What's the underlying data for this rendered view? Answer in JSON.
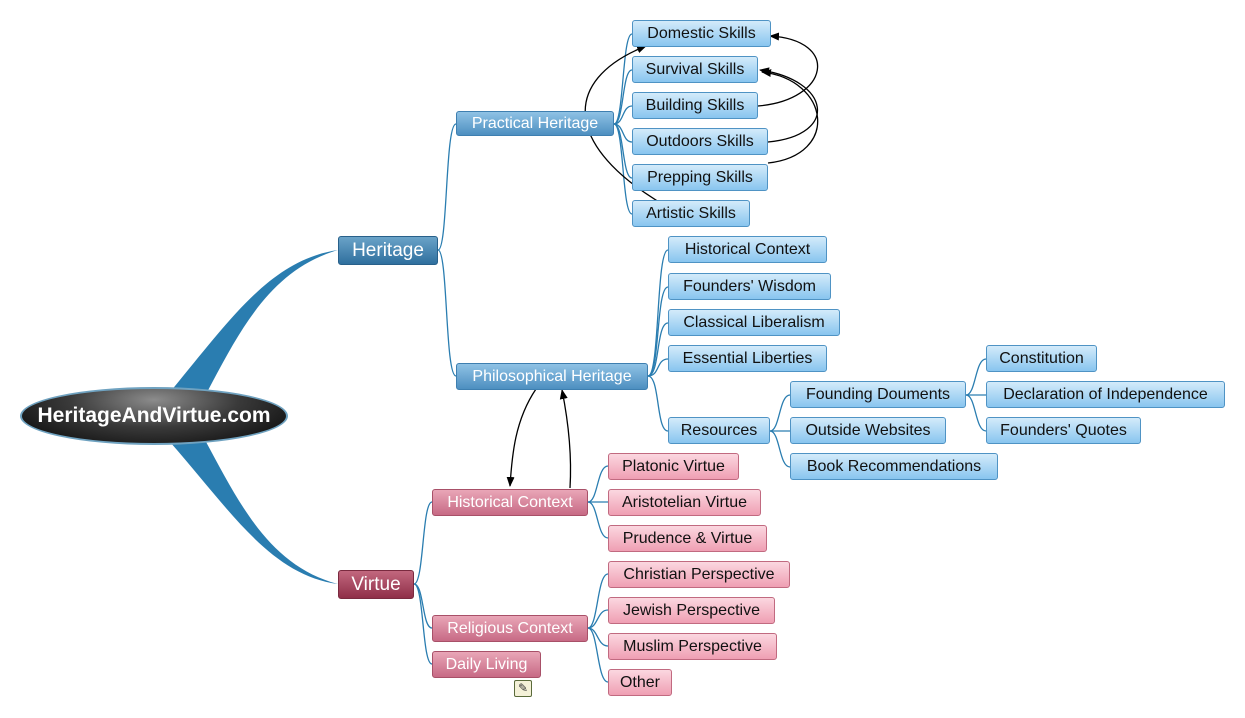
{
  "root": "HeritageAndVirtue.com",
  "heritage": {
    "label": "Heritage",
    "practical": {
      "label": "Practical Heritage",
      "items": [
        "Domestic Skills",
        "Survival Skills",
        "Building Skills",
        "Outdoors Skills",
        "Prepping Skills",
        "Artistic Skills"
      ]
    },
    "philosophical": {
      "label": "Philosophical Heritage",
      "items": [
        "Historical Context",
        "Founders' Wisdom",
        "Classical Liberalism",
        "Essential Liberties"
      ],
      "resources": {
        "label": "Resources",
        "founding_documents": {
          "label": "Founding Douments",
          "items": [
            "Constitution",
            "Declaration of Independence",
            "Founders' Quotes"
          ]
        },
        "outside_websites": "Outside Websites",
        "book_recommendations": "Book Recommendations"
      }
    }
  },
  "virtue": {
    "label": "Virtue",
    "historical": {
      "label": "Historical Context",
      "items": [
        "Platonic Virtue",
        "Aristotelian Virtue",
        "Prudence & Virtue"
      ]
    },
    "religious": {
      "label": "Religious Context",
      "items": [
        "Christian Perspective",
        "Jewish Perspective",
        "Muslim Perspective",
        "Other"
      ]
    },
    "daily": {
      "label": "Daily Living",
      "note_icon": "note-icon"
    }
  },
  "colors": {
    "heritage": "#4d8fc0",
    "virtue": "#c76a85",
    "connector": "#2a7db0",
    "relationship": "#000000"
  }
}
